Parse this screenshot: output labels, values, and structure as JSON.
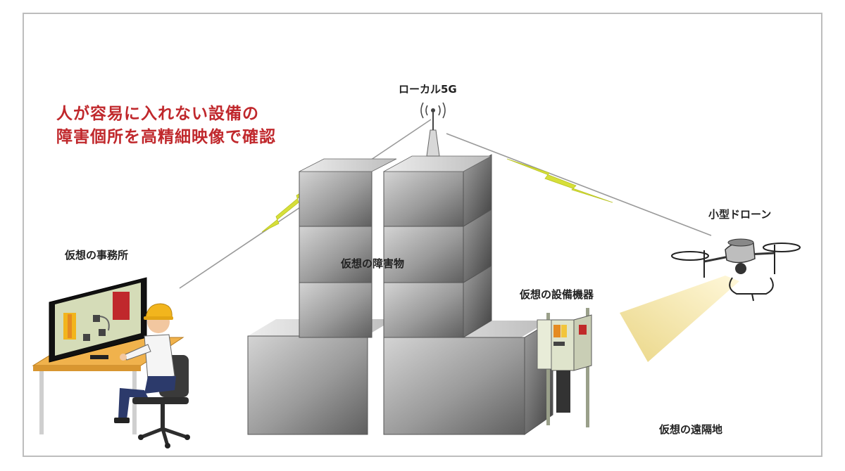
{
  "headline": {
    "line1": "人が容易に入れない設備の",
    "line2": "障害個所を高精細映像で確認"
  },
  "labels": {
    "antenna": "ローカル5G",
    "drone": "小型ドローン",
    "office": "仮想の事務所",
    "obstacle": "仮想の障害物",
    "equipment": "仮想の設備機器",
    "remote": "仮想の遠隔地"
  },
  "colors": {
    "headline": "#c0282c",
    "signal": "#d6df3a",
    "helmet": "#f2b51d",
    "box": "#8c8c8c",
    "light_beam": "#f1e3a2"
  },
  "icons": [
    "antenna-icon",
    "drone-icon",
    "worker-icon",
    "monitor-icon",
    "equipment-cabinet-icon",
    "signal-bolt-icon"
  ]
}
